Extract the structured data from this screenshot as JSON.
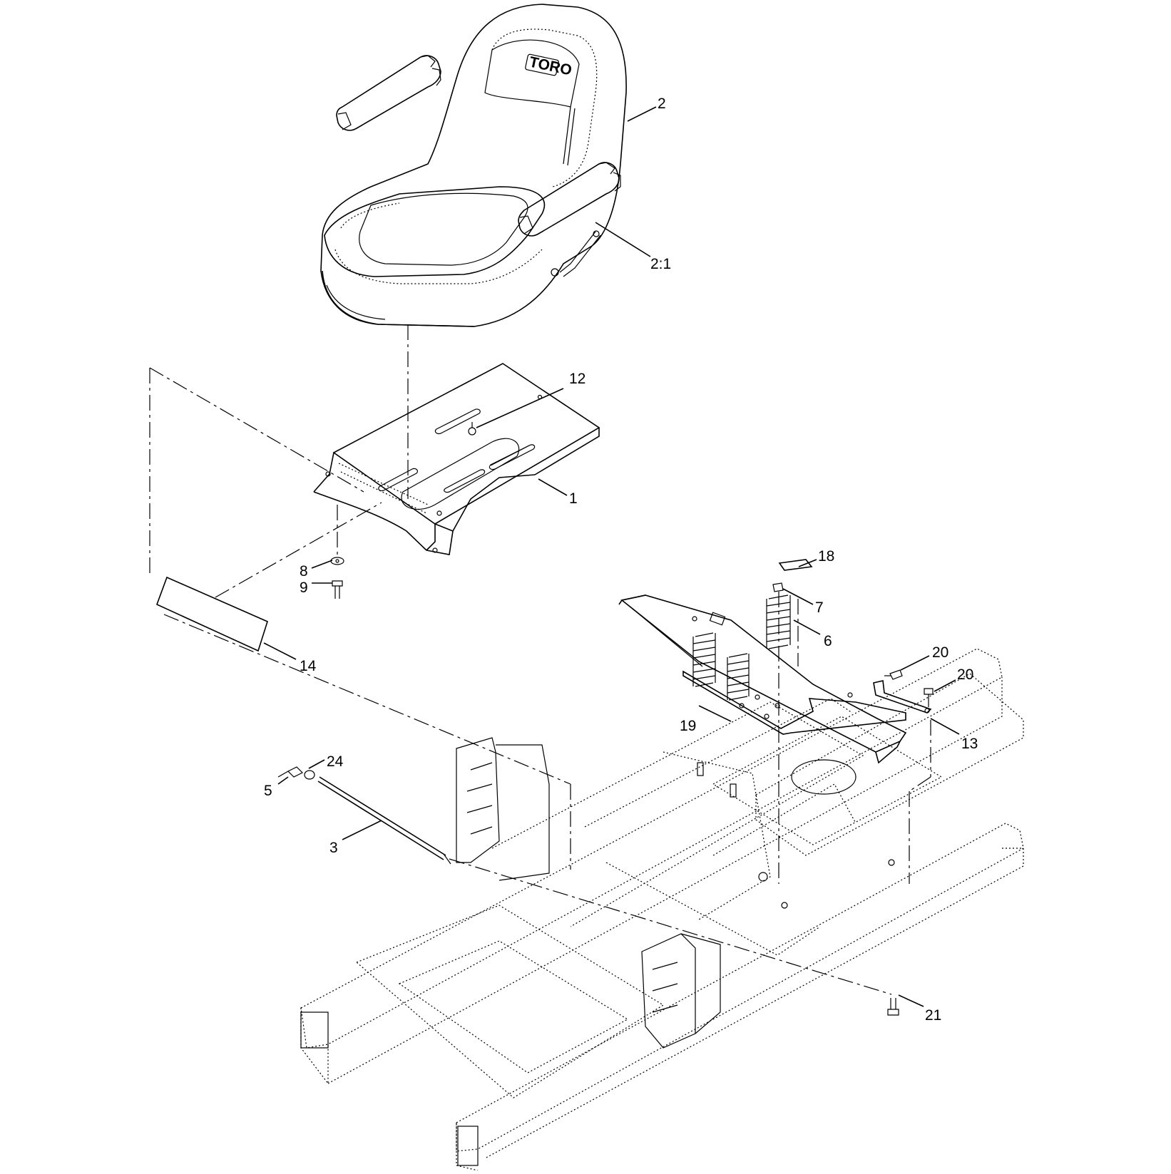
{
  "diagram": {
    "seat_brand": "TORO",
    "callouts": {
      "c2": "2",
      "c2_1": "2:1",
      "c12": "12",
      "c1": "1",
      "c8": "8",
      "c9": "9",
      "c14": "14",
      "c18": "18",
      "c7": "7",
      "c6": "6",
      "c20a": "20",
      "c20b": "20",
      "c19": "19",
      "c13": "13",
      "c24": "24",
      "c5": "5",
      "c3": "3",
      "c21": "21"
    }
  }
}
